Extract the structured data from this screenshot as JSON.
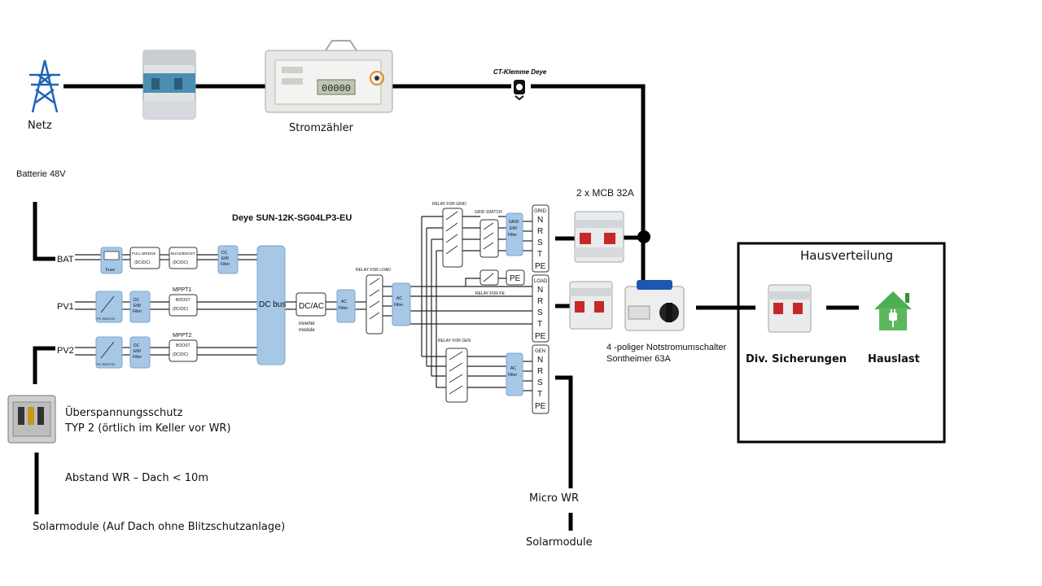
{
  "labels": {
    "netz": "Netz",
    "stromzaehler": "Stromzähler",
    "ct_klemme": "CT-Klemme Deye",
    "batterie": "Batterie 48V",
    "inverter_title": "Deye SUN-12K-SG04LP3-EU",
    "mcb": "2 x MCB 32A",
    "hausverteilung": "Hausverteilung",
    "notstrom_line1": "4 -poliger Notstromumschalter",
    "notstrom_line2": "Sontheimer 63A",
    "div_sicherungen": "Div. Sicherungen",
    "hauslast": "Hauslast",
    "ueberspannung_line1": "Überspannungsschutz",
    "ueberspannung_line2": "TYP 2 (örtlich im Keller vor WR)",
    "abstand": "Abstand WR – Dach < 10m",
    "solarmodule_dach": "Solarmodule  (Auf Dach ohne Blitzschutzanlage)",
    "micro_wr": "Micro WR",
    "solarmodule": "Solarmodule"
  },
  "inverter": {
    "ports": {
      "bat": "BAT",
      "pv1": "PV1",
      "pv2": "PV2"
    },
    "fuse": "Fuse",
    "full_bridge": "FULL BRIDGE",
    "buck_boost": "BUCK/BOOST",
    "dcdc": "(DC/DC)",
    "boost": "BOOST",
    "mppt1": "MPPT1",
    "mppt2": "MPPT2",
    "dc_emi_1": "DC",
    "dc_emi_2": "EMI",
    "dc_emi_3": "Filter",
    "pv_switch": "PV SWITCH",
    "dc_bus": "DC bus",
    "dcac": "DC/AC",
    "inverter_module_1": "inverter",
    "inverter_module_2": "module",
    "ac_filter_1": "AC",
    "ac_filter_2": "Filter",
    "relay_for_load": "RELAY FOR LOAD",
    "relay_for_grid": "RELAY FOR GRID",
    "grid_switch": "GRID SWITCH",
    "grid_emi_1": "GRID",
    "grid_emi_2": "EMI",
    "grid_emi_3": "Filter",
    "relay_for_pe": "RELAY FOR PE",
    "relay_for_gen": "RELAY FOR GEN",
    "pe_box": "PE",
    "grid_label": "GRID",
    "load_label": "LOAD",
    "gen_label": "GEN",
    "terminals": [
      "N",
      "R",
      "S",
      "T",
      "PE"
    ]
  },
  "meter_display": "00000"
}
